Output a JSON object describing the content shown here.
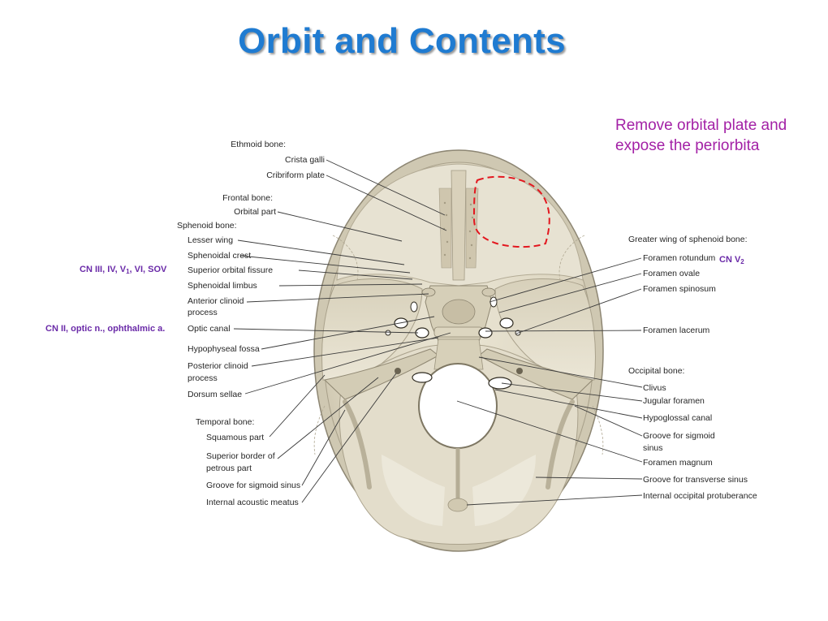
{
  "slide": {
    "title": "Orbit and Contents",
    "note_line1": "Remove orbital plate and",
    "note_line2": "expose the periorbita",
    "cn_v2_prefix": "CN V",
    "cn_v2_sub": "2",
    "cn_sof_prefix": "CN III, IV, V",
    "cn_sof_sub": "1",
    "cn_sof_suffix": ", VI, SOV",
    "cn_optic": "CN II, optic n., ophthalmic a."
  },
  "labels_left": {
    "ethmoid_bone": "Ethmoid bone:",
    "crista_galli": "Crista galli",
    "cribriform_plate": "Cribriform plate",
    "frontal_bone": "Frontal bone:",
    "orbital_part": "Orbital part",
    "sphenoid_bone": "Sphenoid bone:",
    "lesser_wing": "Lesser wing",
    "sphenoidal_crest": "Sphenoidal crest",
    "superior_orbital_fissure": "Superior orbital fissure",
    "sphenoidal_limbus": "Sphenoidal limbus",
    "anterior_clinoid_1": "Anterior clinoid",
    "anterior_clinoid_2": "process",
    "optic_canal": "Optic canal",
    "hypophyseal_fossa": "Hypophyseal fossa",
    "posterior_clinoid_1": "Posterior clinoid",
    "posterior_clinoid_2": "process",
    "dorsum_sellae": "Dorsum sellae",
    "temporal_bone": "Temporal bone:",
    "squamous_part": "Squamous part",
    "superior_border_1": "Superior border of",
    "superior_border_2": "petrous part",
    "groove_sigmoid_left": "Groove for sigmoid sinus",
    "internal_acoustic_meatus": "Internal acoustic meatus"
  },
  "labels_right": {
    "greater_wing": "Greater wing of sphenoid bone:",
    "foramen_rotundum": "Foramen rotundum",
    "foramen_ovale": "Foramen ovale",
    "foramen_spinosum": "Foramen spinosum",
    "foramen_lacerum": "Foramen lacerum",
    "occipital_bone": "Occipital bone:",
    "clivus": "Clivus",
    "jugular_foramen": "Jugular foramen",
    "hypoglossal_canal": "Hypoglossal canal",
    "groove_sigmoid_1": "Groove for sigmoid",
    "groove_sigmoid_2": "sinus",
    "foramen_magnum": "Foramen magnum",
    "groove_transverse": "Groove for transverse sinus",
    "internal_occipital_protuberance": "Internal occipital protuberance"
  },
  "colors": {
    "title": "#1f7bd1",
    "note": "#a321a6",
    "cn_labels": "#6a2aa8",
    "dashed_outline": "#e3171f",
    "bone": "#e2dcc8",
    "bone_shadow": "#bdb59d"
  }
}
